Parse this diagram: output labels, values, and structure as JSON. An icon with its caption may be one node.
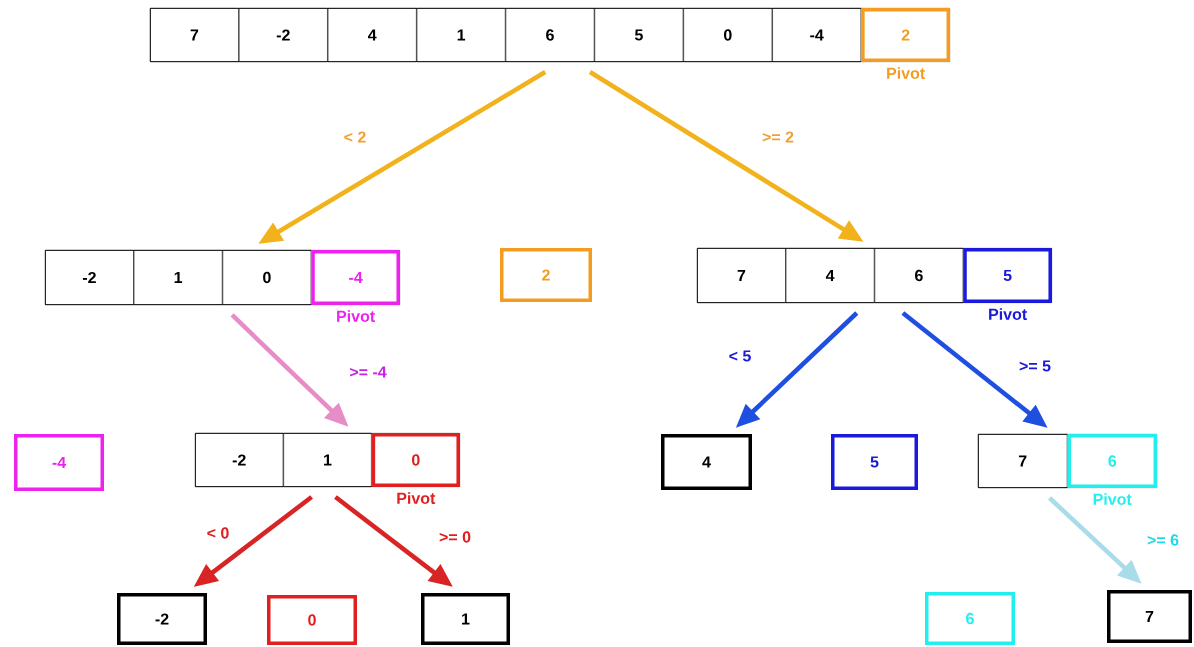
{
  "diagram": {
    "nodes": [
      {
        "text": [],
        "shape": "box"
      },
      {
        "text": [
          "7"
        ],
        "in": 0
      },
      {
        "text": [
          "-2"
        ],
        "in": 0
      },
      {
        "text": [
          "4"
        ],
        "in": 0
      },
      {
        "text": [
          "1"
        ],
        "in": 0
      },
      {
        "text": [
          "6"
        ],
        "in": 0
      },
      {
        "text": [
          "5"
        ],
        "in": 0
      },
      {
        "text": [
          "0"
        ],
        "in": 0
      },
      {
        "text": [
          "-4"
        ],
        "in": 0
      },
      {
        "text": [
          "2"
        ],
        "in": 0,
        "beside": [
          "Pivot"
        ]
      },
      {
        "text": [],
        "shape": "box"
      },
      {
        "text": [
          "-2"
        ],
        "in": 10
      },
      {
        "text": [
          "1"
        ],
        "in": 10
      },
      {
        "text": [
          "0"
        ],
        "in": 10
      },
      {
        "text": [
          "-4"
        ],
        "in": 10,
        "beside": [
          "Pivot"
        ]
      },
      {
        "text": [
          "2"
        ]
      },
      {
        "text": [],
        "shape": "box"
      },
      {
        "text": [
          "7"
        ],
        "in": 16
      },
      {
        "text": [
          "4"
        ],
        "in": 16
      },
      {
        "text": [
          "6"
        ],
        "in": 16
      },
      {
        "text": [
          "5"
        ],
        "in": 16,
        "beside": [
          "Pivot"
        ]
      },
      {
        "text": [
          "-4"
        ]
      },
      {
        "text": [],
        "shape": "box"
      },
      {
        "text": [
          "-2"
        ],
        "in": 22
      },
      {
        "text": [
          "1"
        ],
        "in": 22
      },
      {
        "text": [
          "0"
        ],
        "in": 22,
        "beside": [
          "Pivot"
        ]
      },
      {
        "text": [
          "4"
        ]
      },
      {
        "text": [
          "5"
        ]
      },
      {
        "text": [],
        "shape": "box"
      },
      {
        "text": [
          "7"
        ],
        "in": 28
      },
      {
        "text": [
          "6"
        ],
        "in": 28,
        "beside": [
          "Pivot"
        ]
      },
      {
        "text": [
          "-2"
        ]
      },
      {
        "text": [
          "0"
        ]
      },
      {
        "text": [
          "1"
        ]
      },
      {
        "text": [
          "6"
        ]
      },
      {
        "text": [
          "7"
        ]
      }
    ],
    "edges": [
      {
        "from": 0,
        "to": 10,
        "arrow": "to",
        "label": "< 2",
        "color": "#f2b21c"
      },
      {
        "from": 0,
        "to": 16,
        "arrow": "to",
        "label": ">= 2",
        "color": "#f2b21c"
      },
      {
        "from": 10,
        "to": 22,
        "arrow": "to",
        "label": ">= -4",
        "color": "#e88cc8"
      },
      {
        "from": 16,
        "to": 26,
        "arrow": "to",
        "label": "< 5",
        "color": "#1e4fe0"
      },
      {
        "from": 16,
        "to": 28,
        "arrow": "to",
        "label": ">= 5",
        "color": "#1e4fe0"
      },
      {
        "from": 22,
        "to": 31,
        "arrow": "to",
        "label": "< 0",
        "color": "#d82424"
      },
      {
        "from": 22,
        "to": 33,
        "arrow": "to",
        "label": ">= 0",
        "color": "#d82424"
      },
      {
        "from": 28,
        "to": 35,
        "arrow": "to",
        "label": ">= 6",
        "color": "#a8dcea"
      }
    ]
  }
}
